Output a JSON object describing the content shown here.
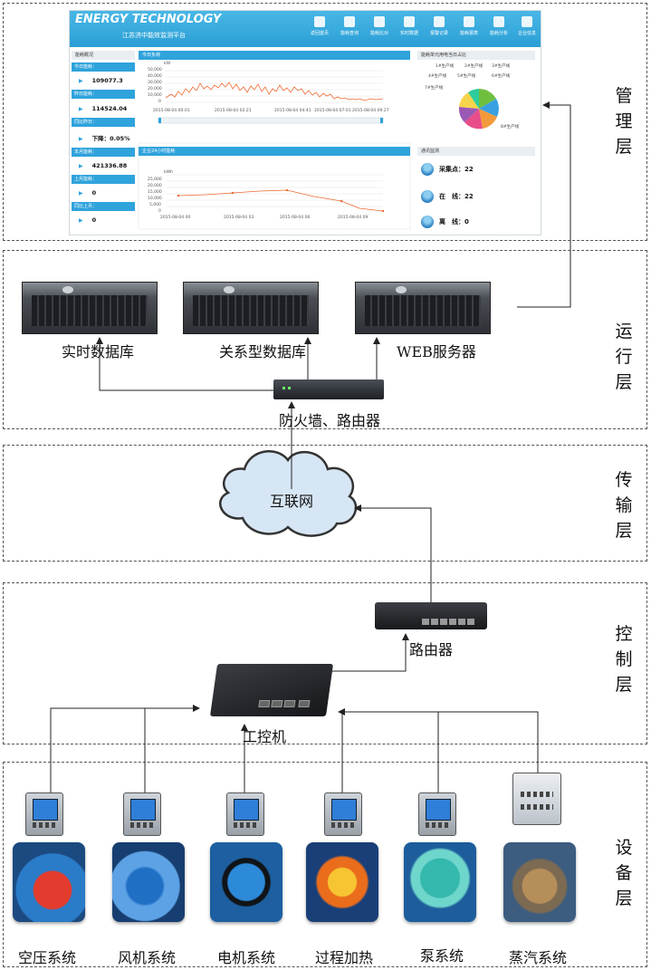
{
  "layers": [
    {
      "key": "management",
      "label": "管理层"
    },
    {
      "key": "operation",
      "label": "运行层"
    },
    {
      "key": "transport",
      "label": "传输层"
    },
    {
      "key": "control",
      "label": "控制层"
    },
    {
      "key": "device",
      "label": "设备层"
    }
  ],
  "dashboard": {
    "brand": "ENERGY TECHNOLOGY",
    "subtitle": "江苏济中能效监测平台",
    "nav": [
      "返回首页",
      "能耗查询",
      "能耗比对",
      "实时数据",
      "报警记录",
      "能耗报表",
      "能耗分析",
      "企业信息"
    ],
    "overview_title": "能耗概况",
    "kpis": [
      {
        "label": "今日能耗：",
        "value": "109077.3"
      },
      {
        "label": "昨日能耗：",
        "value": "114524.04"
      },
      {
        "label": "同比昨日：",
        "value": "下降：0.05%"
      },
      {
        "label": "本月能耗：",
        "value": "421336.88"
      },
      {
        "label": "上月能耗：",
        "value": "0"
      },
      {
        "label": "同比上月：",
        "value": "0"
      }
    ],
    "today_panel": "今日负荷",
    "today_unit": "kW",
    "today_yticks": [
      "50,000",
      "40,000",
      "30,000",
      "20,000",
      "10,000",
      "0"
    ],
    "today_xticks": [
      "2015-08-04 00:01",
      "2015-08-04 02:21",
      "2015-08-04 04:41",
      "2015-08-04 07:01",
      "2015-08-04 09:27"
    ],
    "hourly_panel": "企业24小时能耗",
    "hourly_unit": "kWh",
    "hourly_yticks": [
      "25,000",
      "20,000",
      "15,000",
      "10,000",
      "5,000",
      "0"
    ],
    "hourly_xticks": [
      "2015-08-04 00",
      "2015-08-04 03",
      "2015-08-04 06",
      "2015-08-04 09"
    ],
    "pie_panel": "能耗单元用电当日占比",
    "pie_labels": [
      "1#生产线",
      "2#生产线",
      "3#生产线",
      "4#生产线",
      "5#生产线",
      "6#生产线",
      "7#生产线",
      "8#生产线"
    ],
    "monitor_panel": "通讯监测",
    "monitor": [
      {
        "label": "采集点：",
        "value": "22"
      },
      {
        "label": "在　线：",
        "value": "22"
      },
      {
        "label": "离　线：",
        "value": "0"
      }
    ]
  },
  "operation": {
    "servers": [
      "实时数据库",
      "关系型数据库",
      "WEB服务器"
    ],
    "firewall": "防火墙、路由器"
  },
  "transport": {
    "cloud": "互联网"
  },
  "control": {
    "router": "路由器",
    "ipc": "工控机"
  },
  "devices": [
    "空压系统",
    "风机系统",
    "电机系统",
    "过程加热",
    "泵系统",
    "蒸汽系统"
  ]
}
